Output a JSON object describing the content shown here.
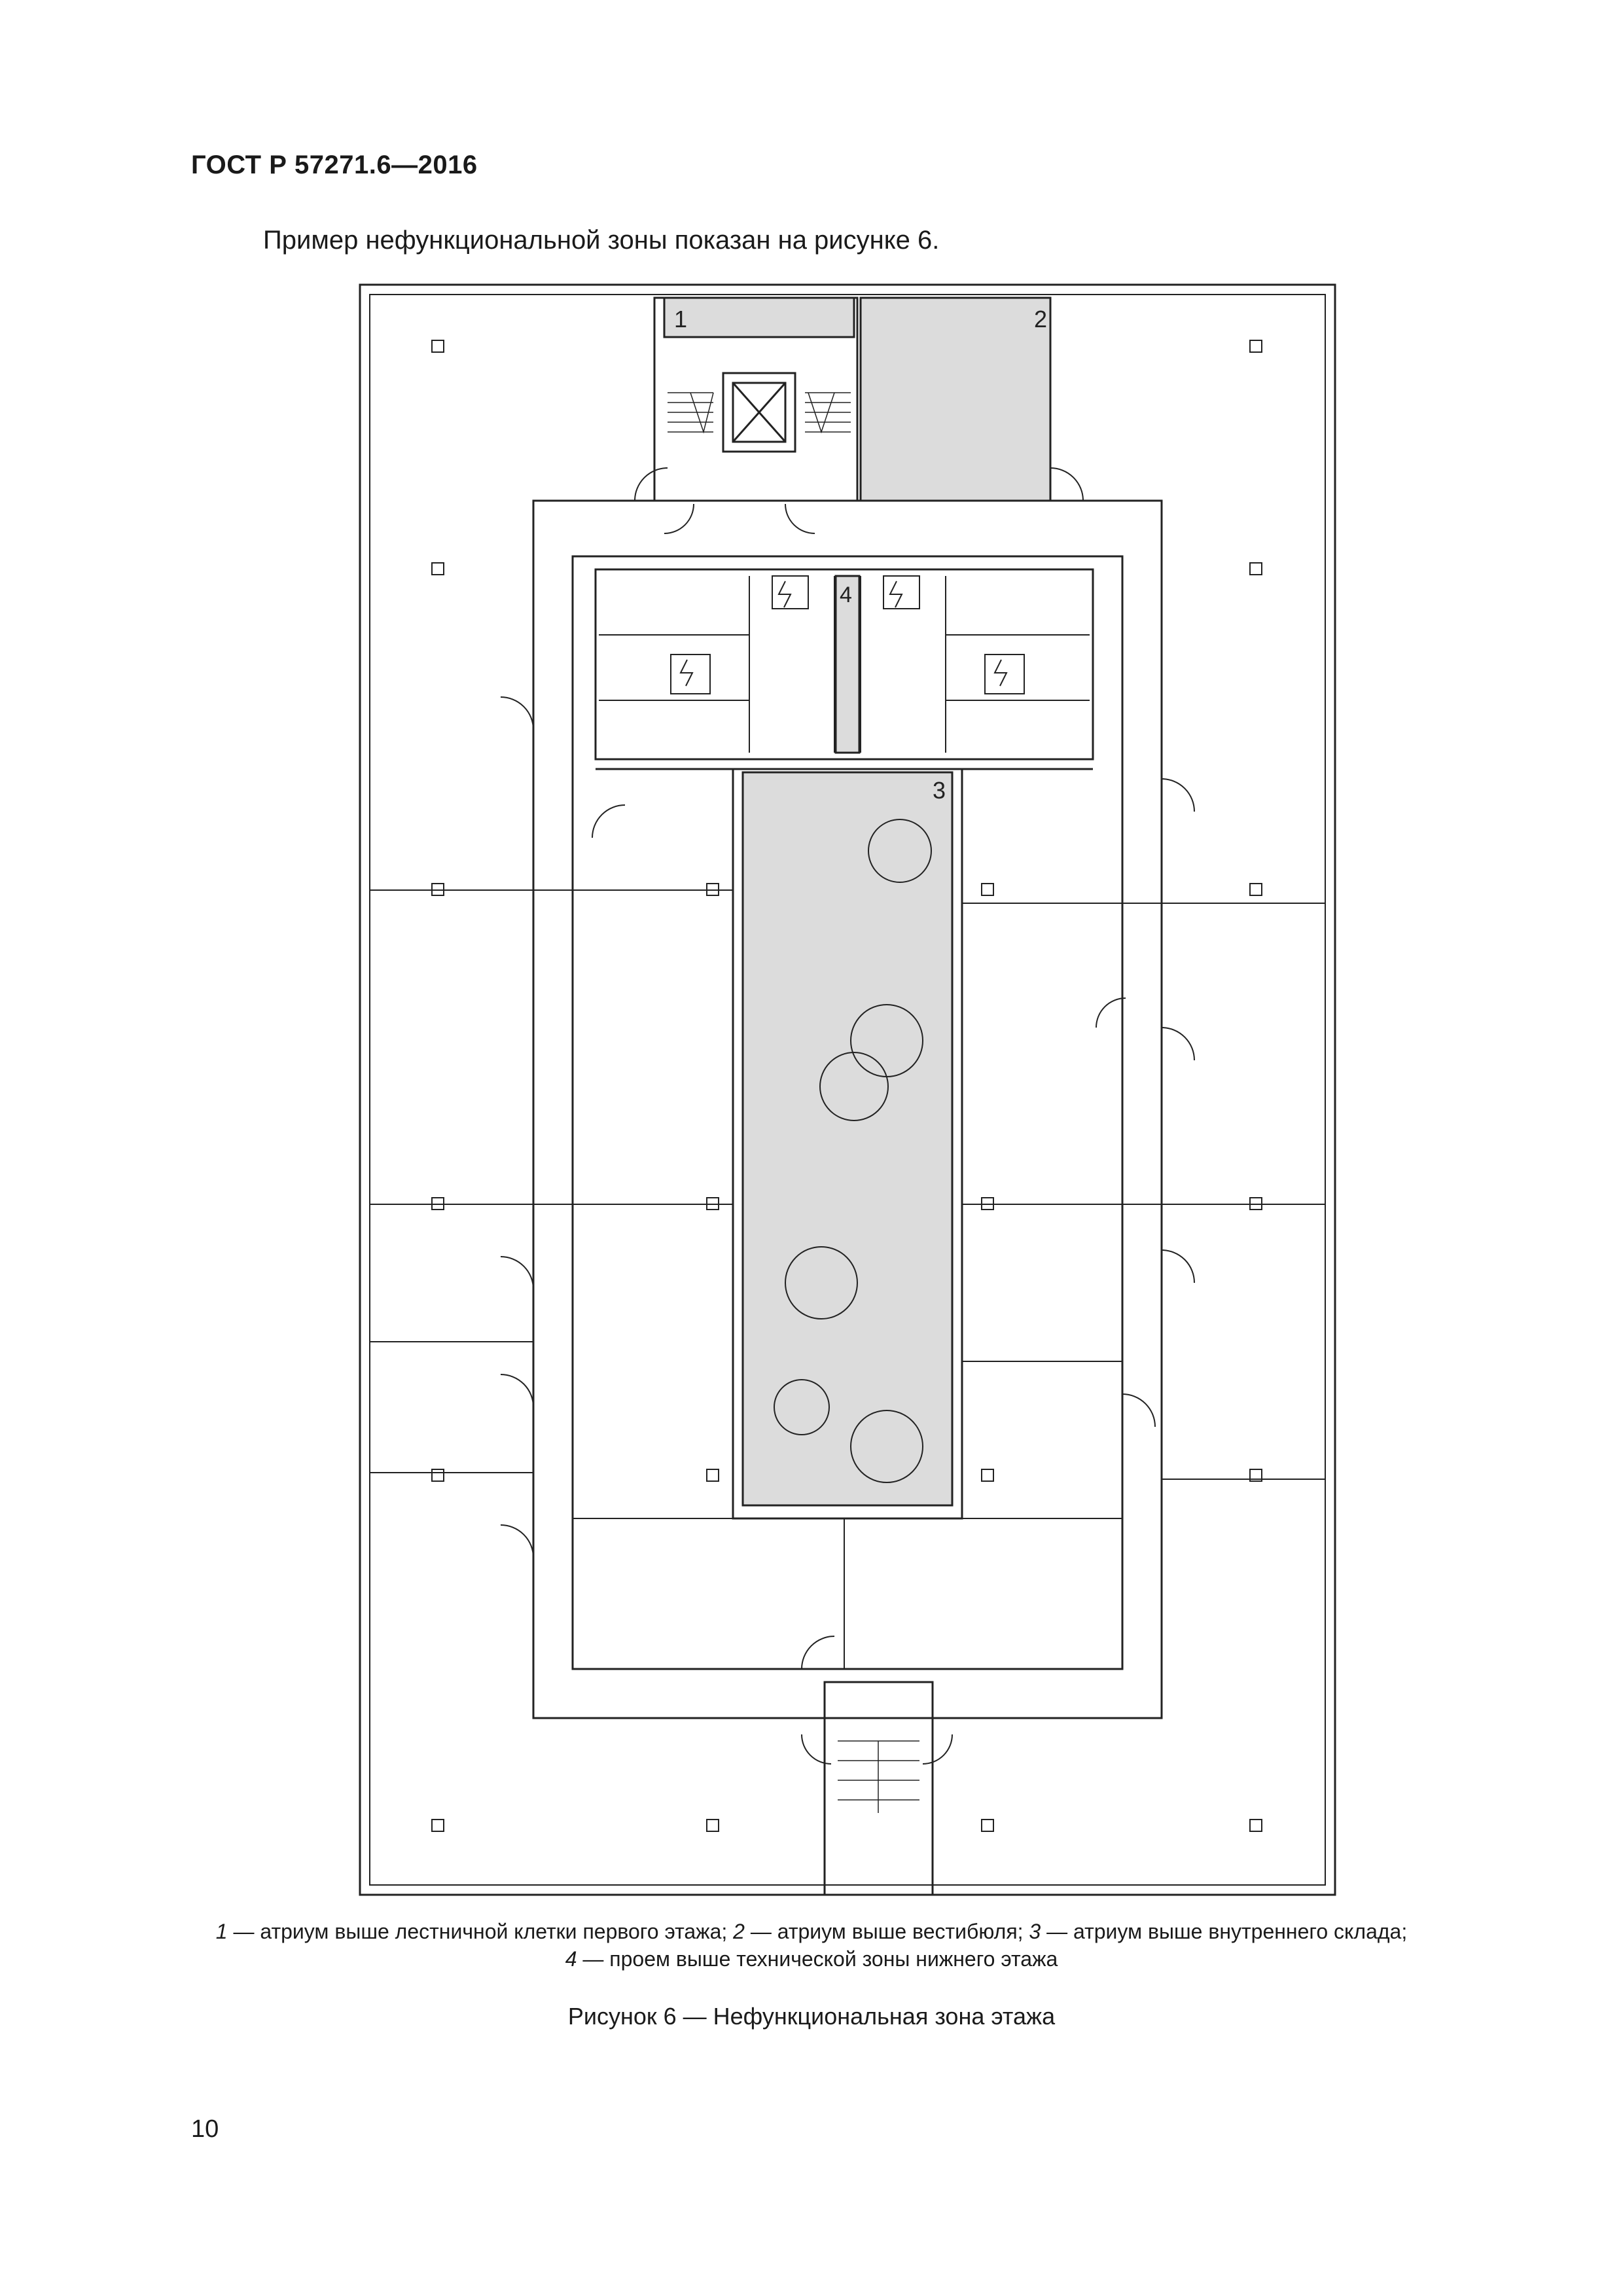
{
  "document": {
    "standard": "ГОСТ Р 57271.6—2016",
    "intro_text": "Пример нефункциональной зоны показан на рисунке 6.",
    "page_number": "10"
  },
  "figure": {
    "zone_labels": [
      "1",
      "2",
      "3",
      "4"
    ],
    "legend": [
      {
        "num": "1",
        "text": " — атриум выше лестничной клетки первого этажа; "
      },
      {
        "num": "2",
        "text": " — атриум выше вестибюля; "
      },
      {
        "num": "3",
        "text": " — атриум выше внутреннего склада;"
      },
      {
        "num": "4",
        "text": " — проем выше технической зоны нижнего этажа"
      }
    ],
    "caption": "Рисунок 6 — Нефункциональная зона этажа",
    "colors": {
      "line": "#222222",
      "atrium_fill": "#dcdcdc",
      "paper": "#ffffff"
    }
  }
}
